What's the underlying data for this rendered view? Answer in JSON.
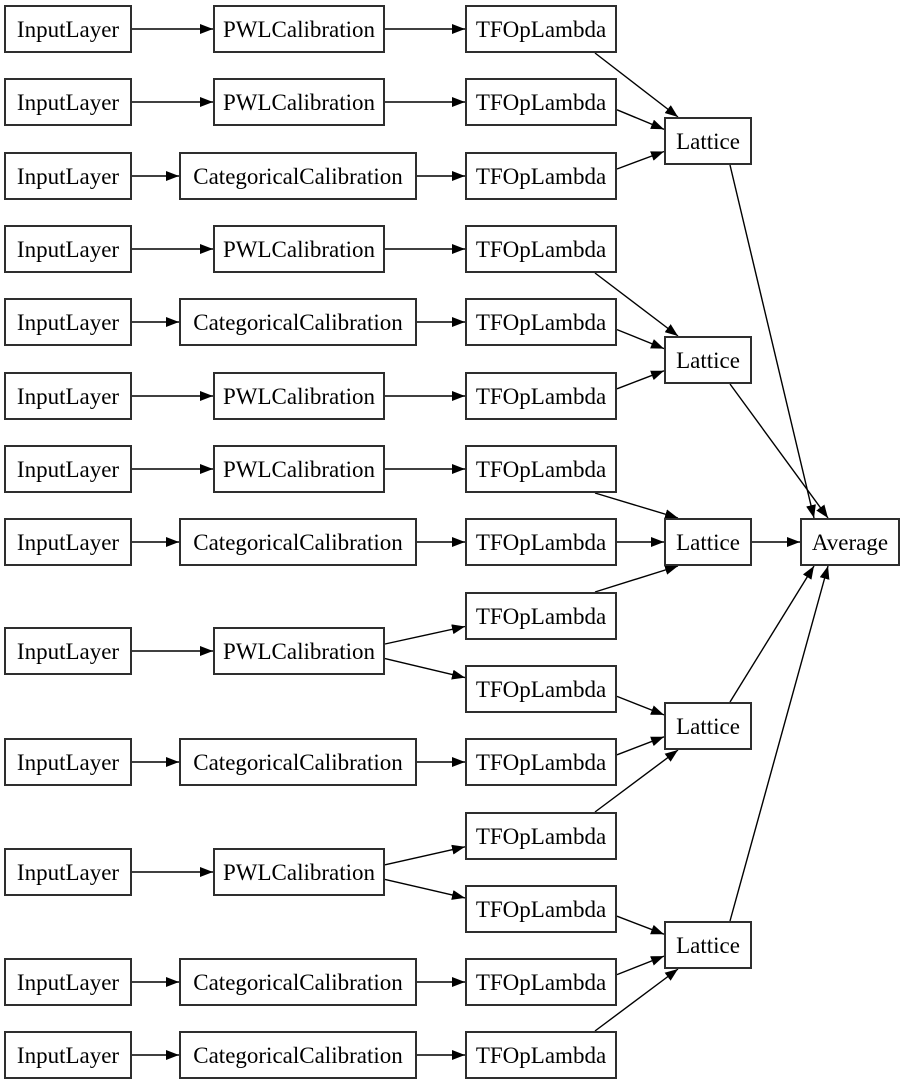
{
  "diagram_type": "keras-model-graph",
  "colors": {
    "background": "#ffffff",
    "node_fill": "#ffffff",
    "node_border": "#2e2e2e",
    "edge": "#000000",
    "text": "#000000"
  },
  "nodes": {
    "input_1": {
      "label": "InputLayer",
      "type": "InputLayer"
    },
    "input_2": {
      "label": "InputLayer",
      "type": "InputLayer"
    },
    "input_3": {
      "label": "InputLayer",
      "type": "InputLayer"
    },
    "input_4": {
      "label": "InputLayer",
      "type": "InputLayer"
    },
    "input_5": {
      "label": "InputLayer",
      "type": "InputLayer"
    },
    "input_6": {
      "label": "InputLayer",
      "type": "InputLayer"
    },
    "input_7": {
      "label": "InputLayer",
      "type": "InputLayer"
    },
    "input_8": {
      "label": "InputLayer",
      "type": "InputLayer"
    },
    "input_9": {
      "label": "InputLayer",
      "type": "InputLayer"
    },
    "input_10": {
      "label": "InputLayer",
      "type": "InputLayer"
    },
    "input_11": {
      "label": "InputLayer",
      "type": "InputLayer"
    },
    "input_12": {
      "label": "InputLayer",
      "type": "InputLayer"
    },
    "input_13": {
      "label": "InputLayer",
      "type": "InputLayer"
    },
    "pwl_1": {
      "label": "PWLCalibration",
      "type": "PWLCalibration"
    },
    "pwl_2": {
      "label": "PWLCalibration",
      "type": "PWLCalibration"
    },
    "pwl_3": {
      "label": "PWLCalibration",
      "type": "PWLCalibration"
    },
    "pwl_4": {
      "label": "PWLCalibration",
      "type": "PWLCalibration"
    },
    "pwl_5": {
      "label": "PWLCalibration",
      "type": "PWLCalibration"
    },
    "pwl_6": {
      "label": "PWLCalibration",
      "type": "PWLCalibration"
    },
    "pwl_7": {
      "label": "PWLCalibration",
      "type": "PWLCalibration"
    },
    "cat_1": {
      "label": "CategoricalCalibration",
      "type": "CategoricalCalibration"
    },
    "cat_2": {
      "label": "CategoricalCalibration",
      "type": "CategoricalCalibration"
    },
    "cat_3": {
      "label": "CategoricalCalibration",
      "type": "CategoricalCalibration"
    },
    "cat_4": {
      "label": "CategoricalCalibration",
      "type": "CategoricalCalibration"
    },
    "cat_5": {
      "label": "CategoricalCalibration",
      "type": "CategoricalCalibration"
    },
    "cat_6": {
      "label": "CategoricalCalibration",
      "type": "CategoricalCalibration"
    },
    "tfop_1": {
      "label": "TFOpLambda",
      "type": "TFOpLambda"
    },
    "tfop_2": {
      "label": "TFOpLambda",
      "type": "TFOpLambda"
    },
    "tfop_3": {
      "label": "TFOpLambda",
      "type": "TFOpLambda"
    },
    "tfop_4": {
      "label": "TFOpLambda",
      "type": "TFOpLambda"
    },
    "tfop_5": {
      "label": "TFOpLambda",
      "type": "TFOpLambda"
    },
    "tfop_6": {
      "label": "TFOpLambda",
      "type": "TFOpLambda"
    },
    "tfop_7": {
      "label": "TFOpLambda",
      "type": "TFOpLambda"
    },
    "tfop_8": {
      "label": "TFOpLambda",
      "type": "TFOpLambda"
    },
    "tfop_9": {
      "label": "TFOpLambda",
      "type": "TFOpLambda"
    },
    "tfop_10": {
      "label": "TFOpLambda",
      "type": "TFOpLambda"
    },
    "tfop_11": {
      "label": "TFOpLambda",
      "type": "TFOpLambda"
    },
    "tfop_12": {
      "label": "TFOpLambda",
      "type": "TFOpLambda"
    },
    "tfop_13": {
      "label": "TFOpLambda",
      "type": "TFOpLambda"
    },
    "tfop_14": {
      "label": "TFOpLambda",
      "type": "TFOpLambda"
    },
    "tfop_15": {
      "label": "TFOpLambda",
      "type": "TFOpLambda"
    },
    "lattice_1": {
      "label": "Lattice",
      "type": "Lattice"
    },
    "lattice_2": {
      "label": "Lattice",
      "type": "Lattice"
    },
    "lattice_3": {
      "label": "Lattice",
      "type": "Lattice"
    },
    "lattice_4": {
      "label": "Lattice",
      "type": "Lattice"
    },
    "lattice_5": {
      "label": "Lattice",
      "type": "Lattice"
    },
    "average": {
      "label": "Average",
      "type": "Average"
    }
  },
  "edges": [
    {
      "from": "input_1",
      "to": "pwl_1"
    },
    {
      "from": "input_2",
      "to": "pwl_2"
    },
    {
      "from": "input_3",
      "to": "cat_1"
    },
    {
      "from": "input_4",
      "to": "pwl_3"
    },
    {
      "from": "input_5",
      "to": "cat_2"
    },
    {
      "from": "input_6",
      "to": "pwl_4"
    },
    {
      "from": "input_7",
      "to": "pwl_5"
    },
    {
      "from": "input_8",
      "to": "cat_3"
    },
    {
      "from": "input_9",
      "to": "pwl_6"
    },
    {
      "from": "input_10",
      "to": "cat_4"
    },
    {
      "from": "input_11",
      "to": "pwl_7"
    },
    {
      "from": "input_12",
      "to": "cat_5"
    },
    {
      "from": "input_13",
      "to": "cat_6"
    },
    {
      "from": "pwl_1",
      "to": "tfop_1"
    },
    {
      "from": "pwl_2",
      "to": "tfop_2"
    },
    {
      "from": "cat_1",
      "to": "tfop_3"
    },
    {
      "from": "pwl_3",
      "to": "tfop_4"
    },
    {
      "from": "cat_2",
      "to": "tfop_5"
    },
    {
      "from": "pwl_4",
      "to": "tfop_6"
    },
    {
      "from": "pwl_5",
      "to": "tfop_7"
    },
    {
      "from": "cat_3",
      "to": "tfop_8"
    },
    {
      "from": "pwl_6",
      "to": "tfop_9"
    },
    {
      "from": "pwl_6",
      "to": "tfop_10"
    },
    {
      "from": "cat_4",
      "to": "tfop_11"
    },
    {
      "from": "pwl_7",
      "to": "tfop_12"
    },
    {
      "from": "pwl_7",
      "to": "tfop_13"
    },
    {
      "from": "cat_5",
      "to": "tfop_14"
    },
    {
      "from": "cat_6",
      "to": "tfop_15"
    },
    {
      "from": "tfop_1",
      "to": "lattice_1"
    },
    {
      "from": "tfop_2",
      "to": "lattice_1"
    },
    {
      "from": "tfop_3",
      "to": "lattice_1"
    },
    {
      "from": "tfop_4",
      "to": "lattice_2"
    },
    {
      "from": "tfop_5",
      "to": "lattice_2"
    },
    {
      "from": "tfop_6",
      "to": "lattice_2"
    },
    {
      "from": "tfop_7",
      "to": "lattice_3"
    },
    {
      "from": "tfop_8",
      "to": "lattice_3"
    },
    {
      "from": "tfop_9",
      "to": "lattice_3"
    },
    {
      "from": "tfop_10",
      "to": "lattice_4"
    },
    {
      "from": "tfop_11",
      "to": "lattice_4"
    },
    {
      "from": "tfop_12",
      "to": "lattice_4"
    },
    {
      "from": "tfop_13",
      "to": "lattice_5"
    },
    {
      "from": "tfop_14",
      "to": "lattice_5"
    },
    {
      "from": "tfop_15",
      "to": "lattice_5"
    },
    {
      "from": "lattice_1",
      "to": "average"
    },
    {
      "from": "lattice_2",
      "to": "average"
    },
    {
      "from": "lattice_3",
      "to": "average"
    },
    {
      "from": "lattice_4",
      "to": "average"
    },
    {
      "from": "lattice_5",
      "to": "average"
    }
  ]
}
